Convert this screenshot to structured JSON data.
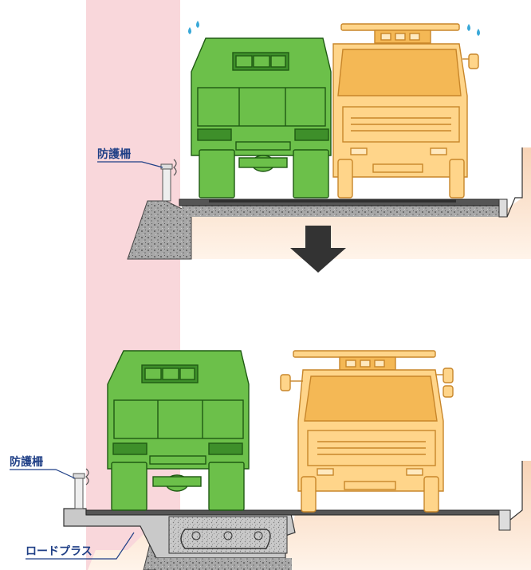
{
  "labels": {
    "guardrail_top": "防護柵",
    "guardrail_bottom": "防護柵",
    "road_plus": "ロードプラス"
  },
  "colors": {
    "dump_truck": "#6cc04a",
    "dump_truck_outline": "#1f5a13",
    "orange_truck": "#ffd58a",
    "orange_truck_outline": "#c8862a",
    "shoulder_band": "#f7c9cf",
    "ground": "#fbe3cf",
    "label_blue": "#1f3f86",
    "arrow": "#333333",
    "sweat_drops": "#39a8d8"
  },
  "icons": {
    "transition_arrow": "arrow-down-icon",
    "sweat": "sweat-drop-icon"
  }
}
